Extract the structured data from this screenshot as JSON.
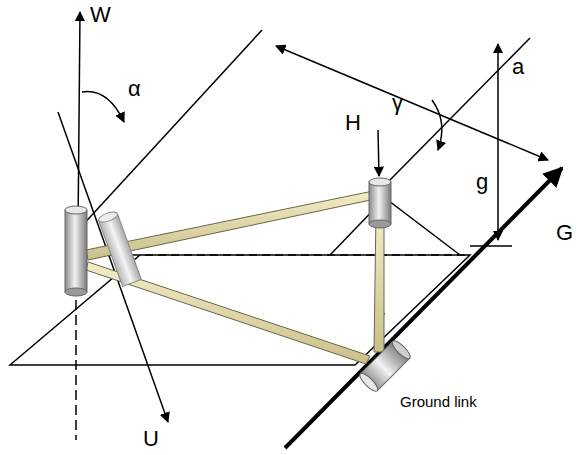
{
  "diagram": {
    "labels": [
      "W",
      "α",
      "a",
      "g",
      "H",
      "γ",
      "G",
      "U",
      "Ground link"
    ]
  }
}
